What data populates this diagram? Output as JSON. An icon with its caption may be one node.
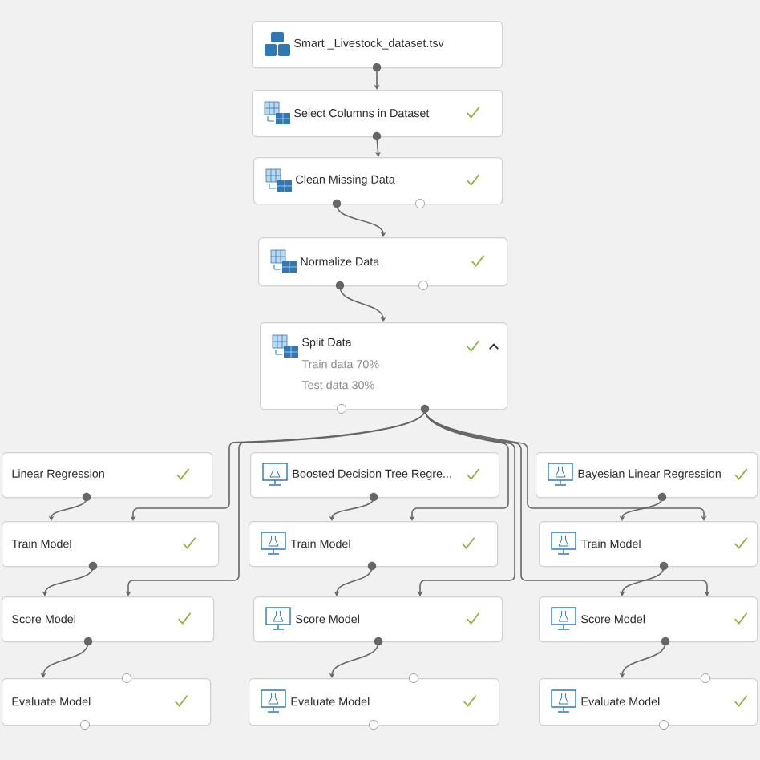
{
  "diagram": {
    "nodes": [
      {
        "text": [
          "Smart _Livestock_dataset.tsv"
        ]
      },
      {
        "text": [
          "Select Columns in Dataset"
        ]
      },
      {
        "text": [
          "Clean Missing Data"
        ]
      },
      {
        "text": [
          "Normalize Data"
        ]
      },
      {
        "text": [
          "Split Data",
          "Train data 70%",
          "Test data 30%"
        ]
      },
      {
        "text": [
          "Linear Regression"
        ]
      },
      {
        "text": [
          "Boosted Decision Tree Regre..."
        ]
      },
      {
        "text": [
          "Bayesian Linear Regression"
        ]
      },
      {
        "text": [
          "Train Model"
        ]
      },
      {
        "text": [
          "Train Model"
        ]
      },
      {
        "text": [
          "Train Model"
        ]
      },
      {
        "text": [
          "Score Model"
        ]
      },
      {
        "text": [
          "Score Model"
        ]
      },
      {
        "text": [
          "Score Model"
        ]
      },
      {
        "text": [
          "Evaluate Model"
        ]
      },
      {
        "text": [
          "Evaluate Model"
        ]
      },
      {
        "text": [
          "Evaluate Model"
        ]
      }
    ],
    "edges": [
      {
        "from": 0,
        "to": 1,
        "arrow": "to"
      },
      {
        "from": 1,
        "to": 2,
        "arrow": "to"
      },
      {
        "from": 2,
        "to": 3,
        "arrow": "to"
      },
      {
        "from": 3,
        "to": 4,
        "arrow": "to"
      },
      {
        "from": 4,
        "to": 8,
        "arrow": "to"
      },
      {
        "from": 4,
        "to": 11,
        "arrow": "to"
      },
      {
        "from": 4,
        "to": 9,
        "arrow": "to"
      },
      {
        "from": 4,
        "to": 12,
        "arrow": "to"
      },
      {
        "from": 4,
        "to": 10,
        "arrow": "to"
      },
      {
        "from": 4,
        "to": 13,
        "arrow": "to"
      },
      {
        "from": 5,
        "to": 8,
        "arrow": "to"
      },
      {
        "from": 8,
        "to": 11,
        "arrow": "to"
      },
      {
        "from": 11,
        "to": 14,
        "arrow": "to"
      },
      {
        "from": 6,
        "to": 9,
        "arrow": "to"
      },
      {
        "from": 9,
        "to": 12,
        "arrow": "to"
      },
      {
        "from": 12,
        "to": 15,
        "arrow": "to"
      },
      {
        "from": 7,
        "to": 10,
        "arrow": "to"
      },
      {
        "from": 10,
        "to": 13,
        "arrow": "to"
      },
      {
        "from": 13,
        "to": 16,
        "arrow": "to"
      }
    ]
  }
}
